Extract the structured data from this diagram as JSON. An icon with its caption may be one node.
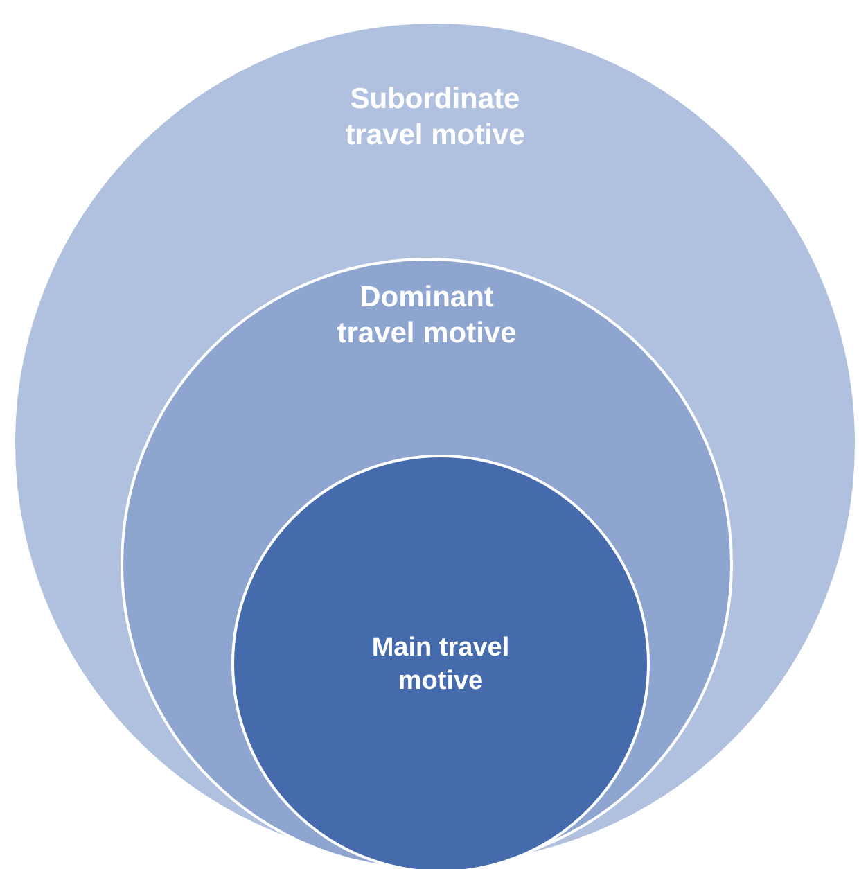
{
  "diagram": {
    "nodes": [
      {
        "text": [
          "Subordinate travel motive"
        ]
      },
      {
        "text": [
          "Dominant travel motive"
        ],
        "in": 0
      },
      {
        "text": [
          "Main travel motive"
        ],
        "in": 1
      }
    ]
  }
}
